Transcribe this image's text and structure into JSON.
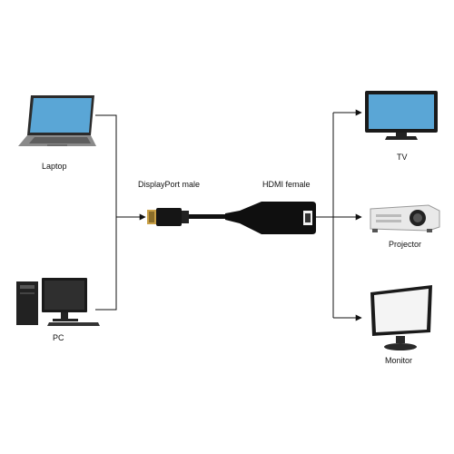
{
  "sources": {
    "laptop": {
      "label": "Laptop",
      "icon": "laptop-icon"
    },
    "pc": {
      "label": "PC",
      "icon": "desktop-pc-icon"
    }
  },
  "adapter": {
    "input_label": "DisplayPort male",
    "output_label": "HDMI female",
    "icon": "displayport-to-hdmi-adapter-icon"
  },
  "outputs": {
    "tv": {
      "label": "TV",
      "icon": "tv-icon"
    },
    "projector": {
      "label": "Projector",
      "icon": "projector-icon"
    },
    "monitor": {
      "label": "Monitor",
      "icon": "monitor-icon"
    }
  },
  "colors": {
    "line": "#111111",
    "screen": "#5aa6d6",
    "device_dark": "#1a1a1a"
  }
}
